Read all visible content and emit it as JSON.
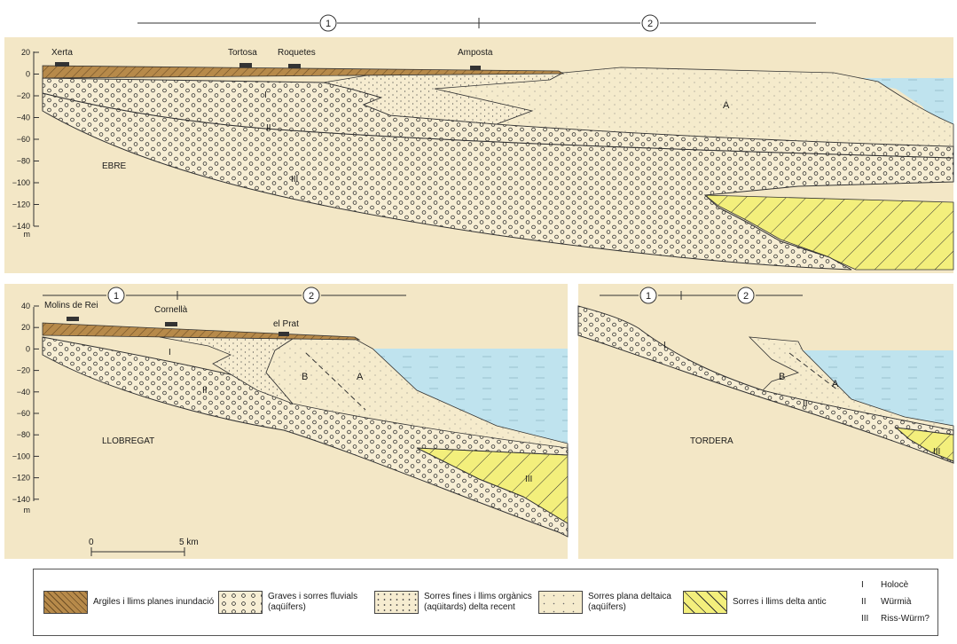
{
  "phases": {
    "one": "1",
    "two": "2"
  },
  "colors": {
    "sand_bg": "#f3e7c6",
    "clay": "#b78a4a",
    "sea": "#bfe3ee",
    "old_delta": "#f3ef7c",
    "line": "#333333"
  },
  "ebre": {
    "name": "EBRE",
    "towns": [
      "Xerta",
      "Tortosa",
      "Roquetes",
      "Amposta"
    ],
    "depth_ticks": [
      "20",
      "0",
      "−20",
      "−40",
      "−60",
      "−80",
      "−100",
      "−120",
      "−140"
    ],
    "unit": "m",
    "units": [
      "I",
      "II",
      "III",
      "A"
    ]
  },
  "llobregat": {
    "name": "LLOBREGAT",
    "towns": [
      "Molins de Rei",
      "Cornellà",
      "el Prat"
    ],
    "depth_ticks": [
      "40",
      "20",
      "0",
      "−20",
      "−40",
      "−60",
      "−80",
      "−100",
      "−120",
      "−140"
    ],
    "unit": "m",
    "units": [
      "I",
      "II",
      "III",
      "A",
      "B"
    ]
  },
  "tordera": {
    "name": "TORDERA",
    "units": [
      "I",
      "II",
      "III",
      "A",
      "B"
    ]
  },
  "scale": {
    "start": "0",
    "end": "5 km"
  },
  "legend": {
    "clay": "Argiles i llims planes inundació",
    "gravel_1": "Graves i sorres fluvials",
    "gravel_2": "(aqüífers)",
    "fine_1": "Sorres fines i llims orgànics",
    "fine_2": "(aqüitards) delta recent",
    "plain_1": "Sorres plana deltaica",
    "plain_2": "(aqüífers)",
    "old": "Sorres i llims delta antic",
    "stages": [
      {
        "num": "I",
        "name": "Holocè"
      },
      {
        "num": "II",
        "name": "Würmià"
      },
      {
        "num": "III",
        "name": "Riss-Würm?"
      }
    ]
  }
}
